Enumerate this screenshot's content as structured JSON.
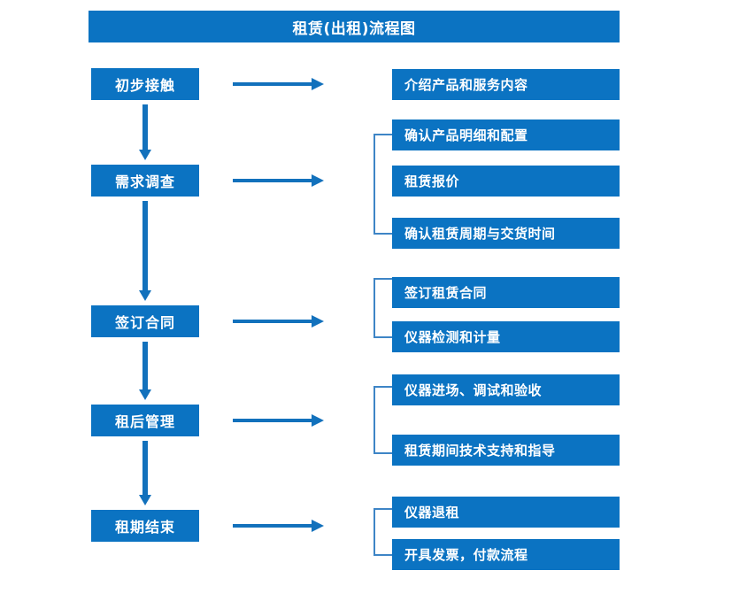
{
  "chart": {
    "type": "flowchart",
    "title": "租赁(出租)流程图",
    "background_color": "#FFFFFF",
    "box_color": "#0B73C2",
    "arrow_color": "#1271BC",
    "bracket_color": "#3E85C6",
    "text_color": "#FFFFFF"
  },
  "stages": [
    {
      "id": "stage-1",
      "label": "初步接触"
    },
    {
      "id": "stage-2",
      "label": "需求调查"
    },
    {
      "id": "stage-3",
      "label": "签订合同"
    },
    {
      "id": "stage-4",
      "label": "租后管理"
    },
    {
      "id": "stage-5",
      "label": "租期结束"
    }
  ],
  "groups": [
    {
      "id": "group-1",
      "stage": "初步接触",
      "bracketed": false,
      "items": [
        {
          "label": "介绍产品和服务内容"
        }
      ]
    },
    {
      "id": "group-2",
      "stage": "需求调查",
      "bracketed": true,
      "items": [
        {
          "label": "确认产品明细和配置"
        },
        {
          "label": "租赁报价"
        },
        {
          "label": "确认租赁周期与交货时间"
        }
      ]
    },
    {
      "id": "group-3",
      "stage": "签订合同",
      "bracketed": true,
      "items": [
        {
          "label": "签订租赁合同"
        },
        {
          "label": "仪器检测和计量"
        }
      ]
    },
    {
      "id": "group-4",
      "stage": "租后管理",
      "bracketed": true,
      "items": [
        {
          "label": "仪器进场、调试和验收"
        },
        {
          "label": "租赁期间技术支持和指导"
        }
      ]
    },
    {
      "id": "group-5",
      "stage": "租期结束",
      "bracketed": true,
      "items": [
        {
          "label": "仪器退租"
        },
        {
          "label": "开具发票，付款流程"
        }
      ]
    }
  ],
  "connectors": {
    "horizontal_arrows": 5,
    "vertical_arrows": 4
  }
}
